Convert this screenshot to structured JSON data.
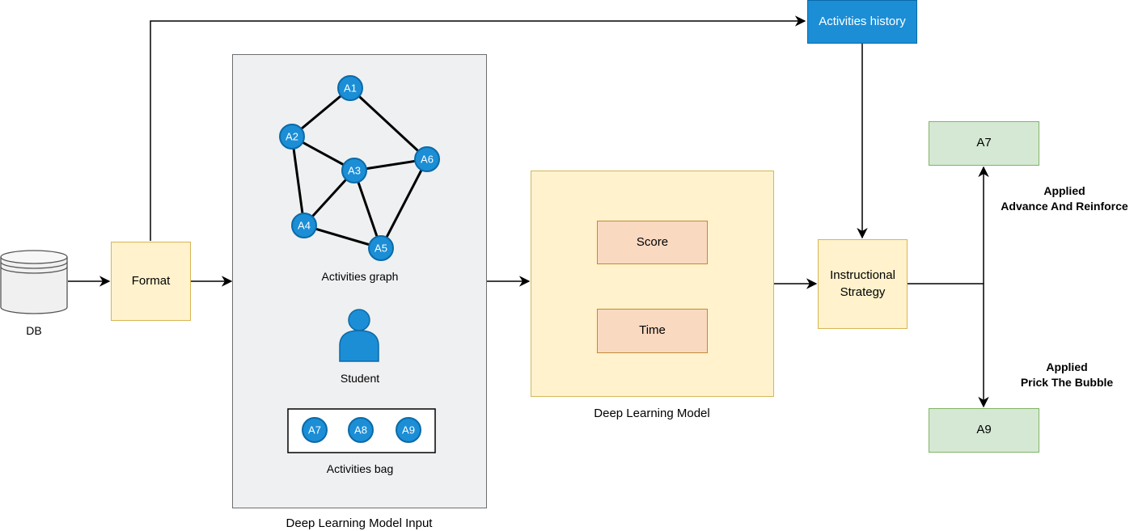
{
  "db": {
    "label": "DB"
  },
  "format": {
    "label": "Format"
  },
  "activities_history": {
    "label": "Activities history"
  },
  "input_panel": {
    "caption": "Deep Learning Model Input",
    "graph_label": "Activities graph",
    "student_label": "Student",
    "bag_label": "Activities bag",
    "graph_nodes": [
      "A1",
      "A2",
      "A3",
      "A4",
      "A5",
      "A6"
    ],
    "graph_edges": [
      [
        "A1",
        "A2"
      ],
      [
        "A1",
        "A6"
      ],
      [
        "A2",
        "A3"
      ],
      [
        "A2",
        "A4"
      ],
      [
        "A3",
        "A6"
      ],
      [
        "A3",
        "A4"
      ],
      [
        "A3",
        "A5"
      ],
      [
        "A4",
        "A5"
      ],
      [
        "A5",
        "A6"
      ]
    ],
    "bag_nodes": [
      "A7",
      "A8",
      "A9"
    ]
  },
  "model": {
    "caption": "Deep Learning Model",
    "score": "Score",
    "time": "Time"
  },
  "strategy": {
    "line1": "Instructional",
    "line2": "Strategy"
  },
  "outputs": {
    "top": {
      "label": "A7",
      "applied": "Applied",
      "rule": "Advance And Reinforce"
    },
    "bottom": {
      "label": "A9",
      "applied": "Applied",
      "rule": "Prick The Bubble"
    }
  },
  "colors": {
    "node_fill": "#1b8ed6",
    "node_stroke": "#0b6aa8",
    "yellow": "#fff2cc",
    "peach": "#fad9c1",
    "green": "#d5e8d4",
    "panel": "#eff0f2"
  }
}
